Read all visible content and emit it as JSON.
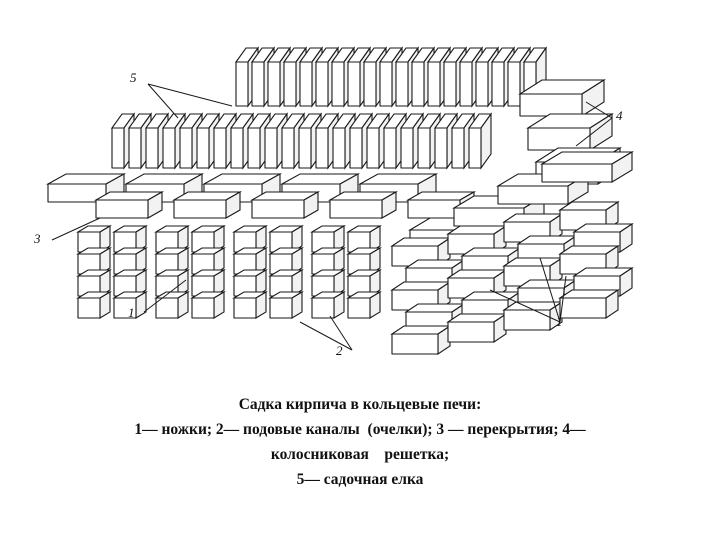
{
  "figure": {
    "callouts": [
      "1",
      "1",
      "2",
      "3",
      "4",
      "5"
    ]
  },
  "caption": {
    "line1": "Садка кирпича в кольцевые печи:",
    "line2": "1— ножки; 2— подовые каналы  (очелки); 3 — перекрытия; 4—",
    "line3": "колосниковая    решетка;",
    "line4": "5— садочная елка"
  },
  "colors": {
    "ink": "#1a1a1a",
    "paper": "#ffffff"
  }
}
